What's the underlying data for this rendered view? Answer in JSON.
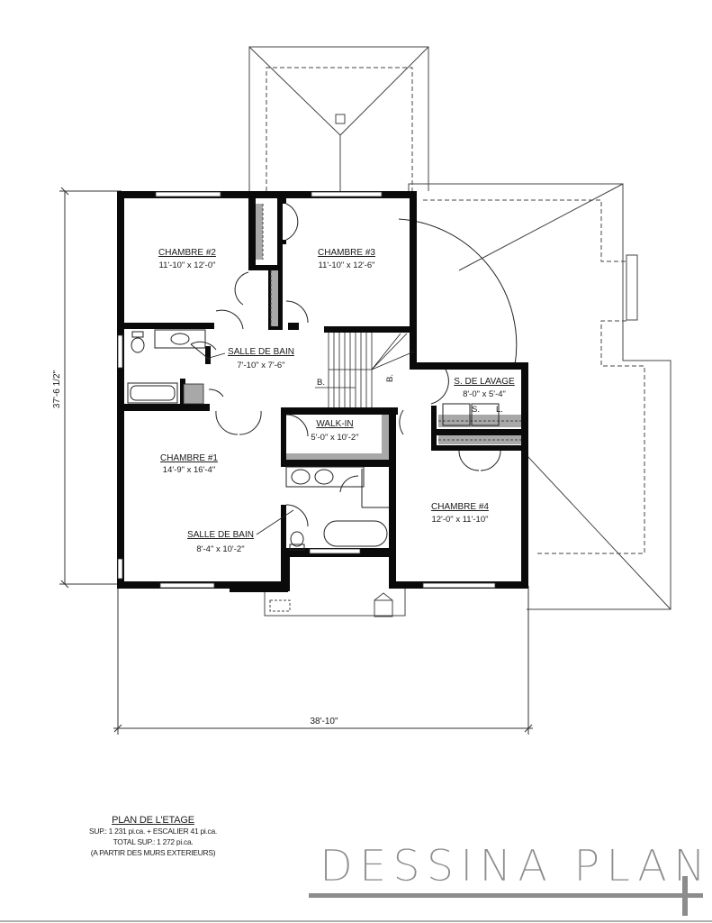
{
  "plan": {
    "rooms": [
      {
        "id": "chambre2",
        "name": "CHAMBRE #2",
        "dims": "11'-10\" x 12'-0\""
      },
      {
        "id": "chambre3",
        "name": "CHAMBRE #3",
        "dims": "11'-10\" x 12'-6\""
      },
      {
        "id": "sdb_main",
        "name": "SALLE DE BAIN",
        "dims": "7'-10\" x 7'-6\""
      },
      {
        "id": "lavage",
        "name": "S. DE LAVAGE",
        "dims": "8'-0\" x 5'-4\""
      },
      {
        "id": "walkin",
        "name": "WALK-IN",
        "dims": "5'-0\" x 10'-2\""
      },
      {
        "id": "chambre1",
        "name": "CHAMBRE #1",
        "dims": "14'-9\" x 16'-4\""
      },
      {
        "id": "sdb_master",
        "name": "SALLE DE BAIN",
        "dims": "8'-4\" x 10'-2\""
      },
      {
        "id": "chambre4",
        "name": "CHAMBRE #4",
        "dims": "12'-0\" x 11'-10\""
      }
    ],
    "appliance_labels": {
      "dryer": "S.",
      "washer": "L."
    },
    "stair_labels": {
      "b1": "B.",
      "b2": "B."
    },
    "dimensions": {
      "height": "37'-6 1/2\"",
      "width": "38'-10\""
    }
  },
  "caption": {
    "title": "PLAN DE L'ETAGE",
    "line1": "SUP.: 1 231 pi.ca. + ESCALIER 41 pi.ca.",
    "line2": "TOTAL SUP.: 1 272 pi.ca.",
    "line3": "(A PARTIR DES MURS EXTERIEURS)"
  },
  "brand": {
    "name": "DESSINA PLAN"
  },
  "colors": {
    "wall": "#0a0a0a",
    "line": "#222222",
    "hatch": "#a8a8a8",
    "brand": "#8c8c8c"
  }
}
